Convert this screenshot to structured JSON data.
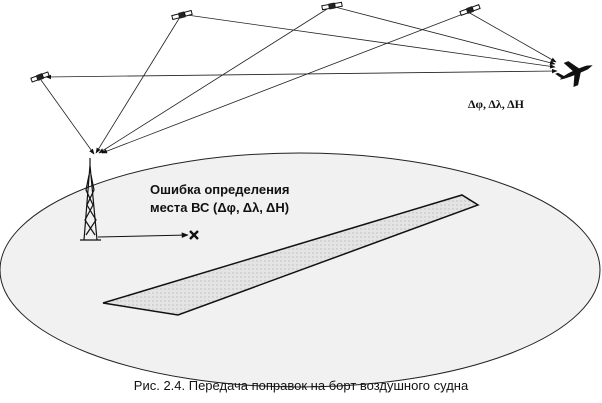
{
  "labels": {
    "aircraft_delta": "Δφ, Δλ, ΔH",
    "error_line1": "Ошибка определения",
    "error_line2": "места ВС (Δφ, Δλ, ΔH)",
    "caption": "Рис. 2.4. Передача поправок на борт воздушного судна"
  },
  "icons": [
    "satellite-icon",
    "aircraft-icon",
    "station-tower-icon",
    "error-cross-icon"
  ],
  "colors": {
    "ink": "#111111",
    "ground": "#f1f1f1",
    "runway": "#dedede"
  }
}
